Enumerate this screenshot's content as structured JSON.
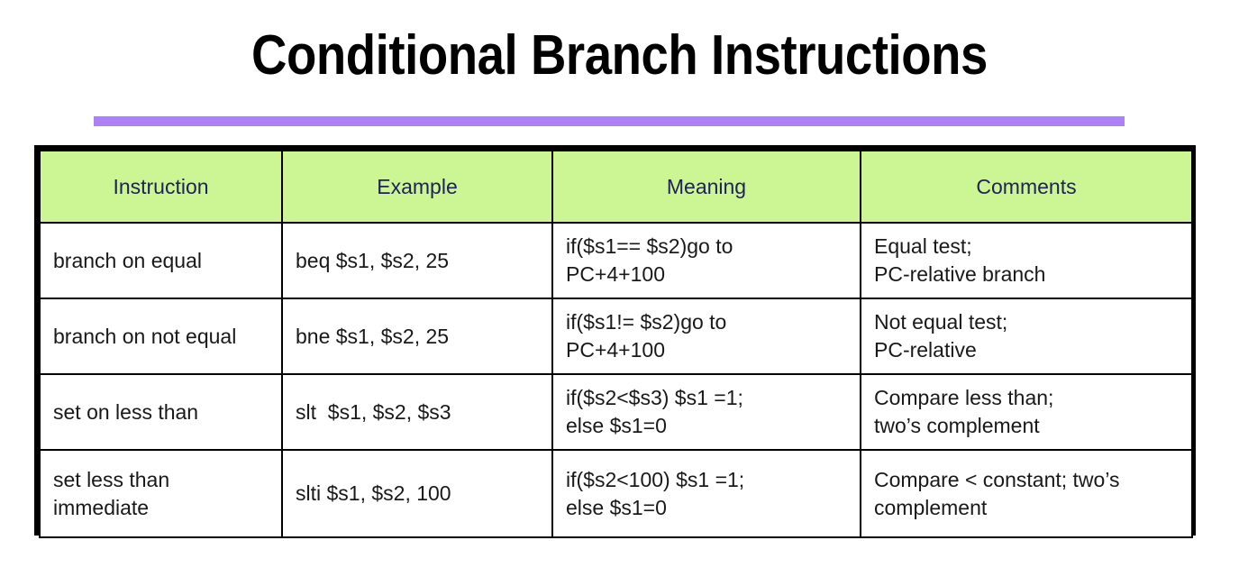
{
  "slide": {
    "title": "Conditional Branch Instructions",
    "accent_color": "#ad80f5",
    "header_fill": "#ccf694",
    "header_text_color": "#1f2159",
    "body_text_color": "#191919",
    "border_color": "#000000"
  },
  "table": {
    "columns": [
      "Instruction",
      "Example",
      "Meaning",
      "Comments"
    ],
    "rows": [
      {
        "instruction": {
          "l1": "branch on equal",
          "l2": ""
        },
        "example": {
          "l1": "beq $s1, $s2, 25",
          "l2": ""
        },
        "meaning": {
          "l1": "if($s1== $s2)go to",
          "l2": "PC+4+100"
        },
        "comments": {
          "l1": "Equal test;",
          "l2": "PC-relative branch"
        }
      },
      {
        "instruction": {
          "l1": "branch on not equal",
          "l2": ""
        },
        "example": {
          "l1": "bne $s1, $s2, 25",
          "l2": ""
        },
        "meaning": {
          "l1": "if($s1!= $s2)go to",
          "l2": "PC+4+100"
        },
        "comments": {
          "l1": "Not equal test;",
          "l2": "PC-relative"
        }
      },
      {
        "instruction": {
          "l1": "set on less than",
          "l2": ""
        },
        "example": {
          "l1": "slt  $s1, $s2, $s3",
          "l2": ""
        },
        "meaning": {
          "l1": "if($s2<$s3) $s1 =1;",
          "l2": "else $s1=0"
        },
        "comments": {
          "l1": "Compare less than;",
          "l2": "two’s complement"
        }
      },
      {
        "instruction": {
          "l1": "set less than",
          "l2": "immediate"
        },
        "example": {
          "l1": "slti $s1, $s2, 100",
          "l2": ""
        },
        "meaning": {
          "l1": "if($s2<100) $s1 =1;",
          "l2": "else $s1=0"
        },
        "comments": {
          "l1": "Compare < constant; two’s",
          "l2": "complement"
        }
      }
    ]
  }
}
